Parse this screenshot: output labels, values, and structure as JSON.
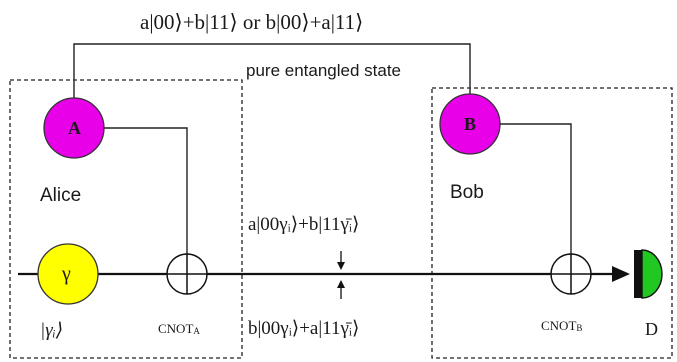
{
  "top_state_label": "a|00⟩+b|11⟩  or  b|00⟩+a|11⟩",
  "entangled_label": "pure entangled state",
  "nodes": {
    "alice_qubit": {
      "label": "A",
      "color": "#e800e8"
    },
    "bob_qubit": {
      "label": "B",
      "color": "#e800e8"
    },
    "photon": {
      "label": "γ",
      "color": "#ffff00"
    }
  },
  "party_labels": {
    "alice": "Alice",
    "bob": "Bob"
  },
  "gamma_ket": "|γᵢ⟩",
  "gates": {
    "cnot_a": {
      "main": "CNOT",
      "sub": "A"
    },
    "cnot_b": {
      "main": "CNOT",
      "sub": "B"
    }
  },
  "state_above": "a|00γᵢ⟩+b|11γ̄ᵢ⟩",
  "state_below": "b|00γᵢ⟩+a|11γ̄ᵢ⟩",
  "detector": {
    "label": "D",
    "color": "#22c822"
  }
}
